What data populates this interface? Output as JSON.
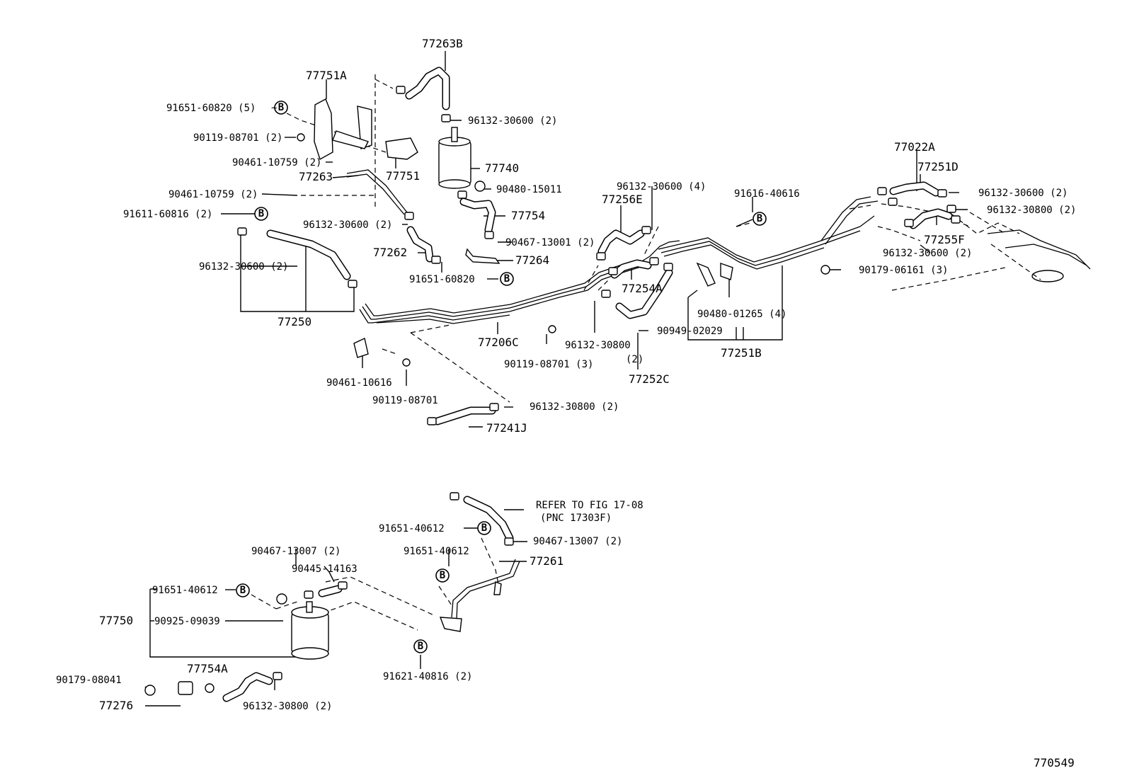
{
  "labels": {
    "l77263B": "77263B",
    "l77751A": "77751A",
    "l91651_60820_5": "91651-60820 (5)",
    "l96132_30600_2_a": "96132-30600 (2)",
    "l90119_08701_2": "90119-08701 (2)",
    "l90461_10759_2_a": "90461-10759 (2)",
    "l77740": "77740",
    "l77751": "77751",
    "l77263": "77263",
    "l90480_15011": "90480-15011",
    "l90461_10759_2_b": "90461-10759 (2)",
    "l91611_60816_2": "91611-60816 (2)",
    "l77754": "77754",
    "l96132_30600_2_b": "96132-30600 (2)",
    "l90467_13001_2": "90467-13001 (2)",
    "l77262": "77262",
    "l77264": "77264",
    "l91651_60820": "91651-60820",
    "l96132_30600_2_c": "96132-30600 (2)",
    "l77250": "77250",
    "l96132_30600_4": "96132-30600 (4)",
    "l77256E": "77256E",
    "l91616_40616": "91616-40616",
    "l77022A": "77022A",
    "l77251D": "77251D",
    "l96132_30600_2_d": "96132-30600 (2)",
    "l96132_30800_2_a": "96132-30800 (2)",
    "l77255F": "77255F",
    "l96132_30600_2_e": "96132-30600 (2)",
    "l90179_06161_3": "90179-06161 (3)",
    "l77254A": "77254A",
    "l90480_01265_4": "90480-01265 (4)",
    "l90949_02029": "90949-02029",
    "l77251B": "77251B",
    "l77206C": "77206C",
    "l96132_30800": "96132-30800",
    "l_qty_2": "(2)",
    "l90119_08701_3": "90119-08701 (3)",
    "l77252C": "77252C",
    "l90461_10616": "90461-10616",
    "l90119_08701": "90119-08701",
    "l96132_30800_2_b": "96132-30800 (2)",
    "l77241J": "77241J",
    "refer_line1": "REFER TO FIG 17-08",
    "refer_line2": "(PNC 17303F)",
    "l91651_40612_a": "91651-40612",
    "l90467_13007_2_a": "90467-13007 (2)",
    "l91651_40612_b": "91651-40612",
    "l77261": "77261",
    "l90467_13007_2_b": "90467-13007 (2)",
    "l90445_14163": "90445-14163",
    "l91651_40612_c": "91651-40612",
    "l77750": "77750",
    "l90925_09039": "90925-09039",
    "l77754A": "77754A",
    "l91621_40816_2": "91621-40816 (2)",
    "l90179_08041": "90179-08041",
    "l77276": "77276",
    "l96132_30800_2_c": "96132-30800 (2)"
  },
  "marker_letter": "B",
  "figure_code": "770549"
}
